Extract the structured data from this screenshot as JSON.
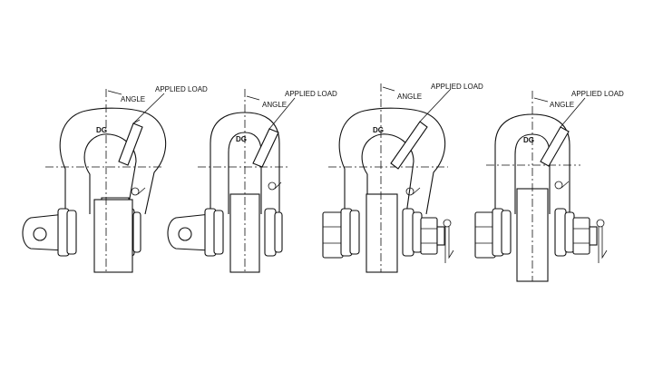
{
  "labels": {
    "angle": "ANGLE",
    "applied_load": "APPLIED LOAD",
    "maker_mark": "DG"
  },
  "shackles": [
    {
      "id": "shackle-1",
      "bow": "anchor",
      "pin": "screw-pin"
    },
    {
      "id": "shackle-2",
      "bow": "chain",
      "pin": "screw-pin"
    },
    {
      "id": "shackle-3",
      "bow": "anchor",
      "pin": "bolt-nut-cotter"
    },
    {
      "id": "shackle-4",
      "bow": "chain",
      "pin": "bolt-nut-cotter"
    }
  ],
  "colors": {
    "line": "#111111",
    "background": "#ffffff"
  }
}
